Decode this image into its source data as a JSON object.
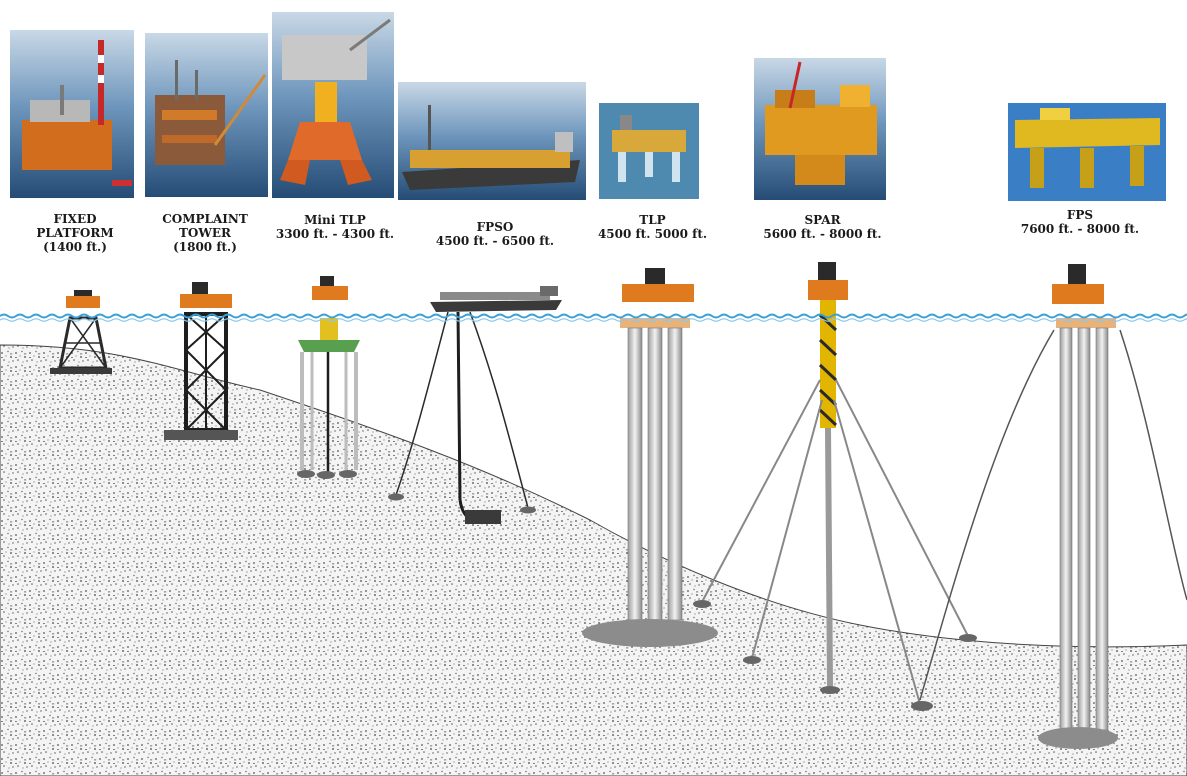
{
  "platforms": [
    {
      "id": "fixed-platform",
      "name_line1": "FIXED",
      "name_line2": "PLATFORM",
      "depth": "(1400 ft.)"
    },
    {
      "id": "complaint-tower",
      "name_line1": "COMPLAINT",
      "name_line2": "TOWER",
      "depth": "(1800 ft.)"
    },
    {
      "id": "mini-tlp",
      "name_line1": "Mini TLP",
      "name_line2": "",
      "depth": "3300 ft. - 4300 ft."
    },
    {
      "id": "fpso",
      "name_line1": "FPSO",
      "name_line2": "",
      "depth": "4500 ft. - 6500 ft."
    },
    {
      "id": "tlp",
      "name_line1": "TLP",
      "name_line2": "",
      "depth": "4500 ft. 5000 ft."
    },
    {
      "id": "spar",
      "name_line1": "SPAR",
      "name_line2": "",
      "depth": "5600 ft. - 8000 ft."
    },
    {
      "id": "fps",
      "name_line1": "FPS",
      "name_line2": "",
      "depth": "7600 ft. - 8000 ft."
    }
  ],
  "colors": {
    "water_line": "#3aa0d8",
    "seabed_fill": "#f4f4f4",
    "seabed_speckle": "#555555",
    "structure_dark": "#2a2a2a",
    "deck_orange": "#e07a1e",
    "spar_yellow": "#e2b600",
    "photo_sea": "#2f5f8a",
    "photo_sky": "#c9d8e6"
  }
}
